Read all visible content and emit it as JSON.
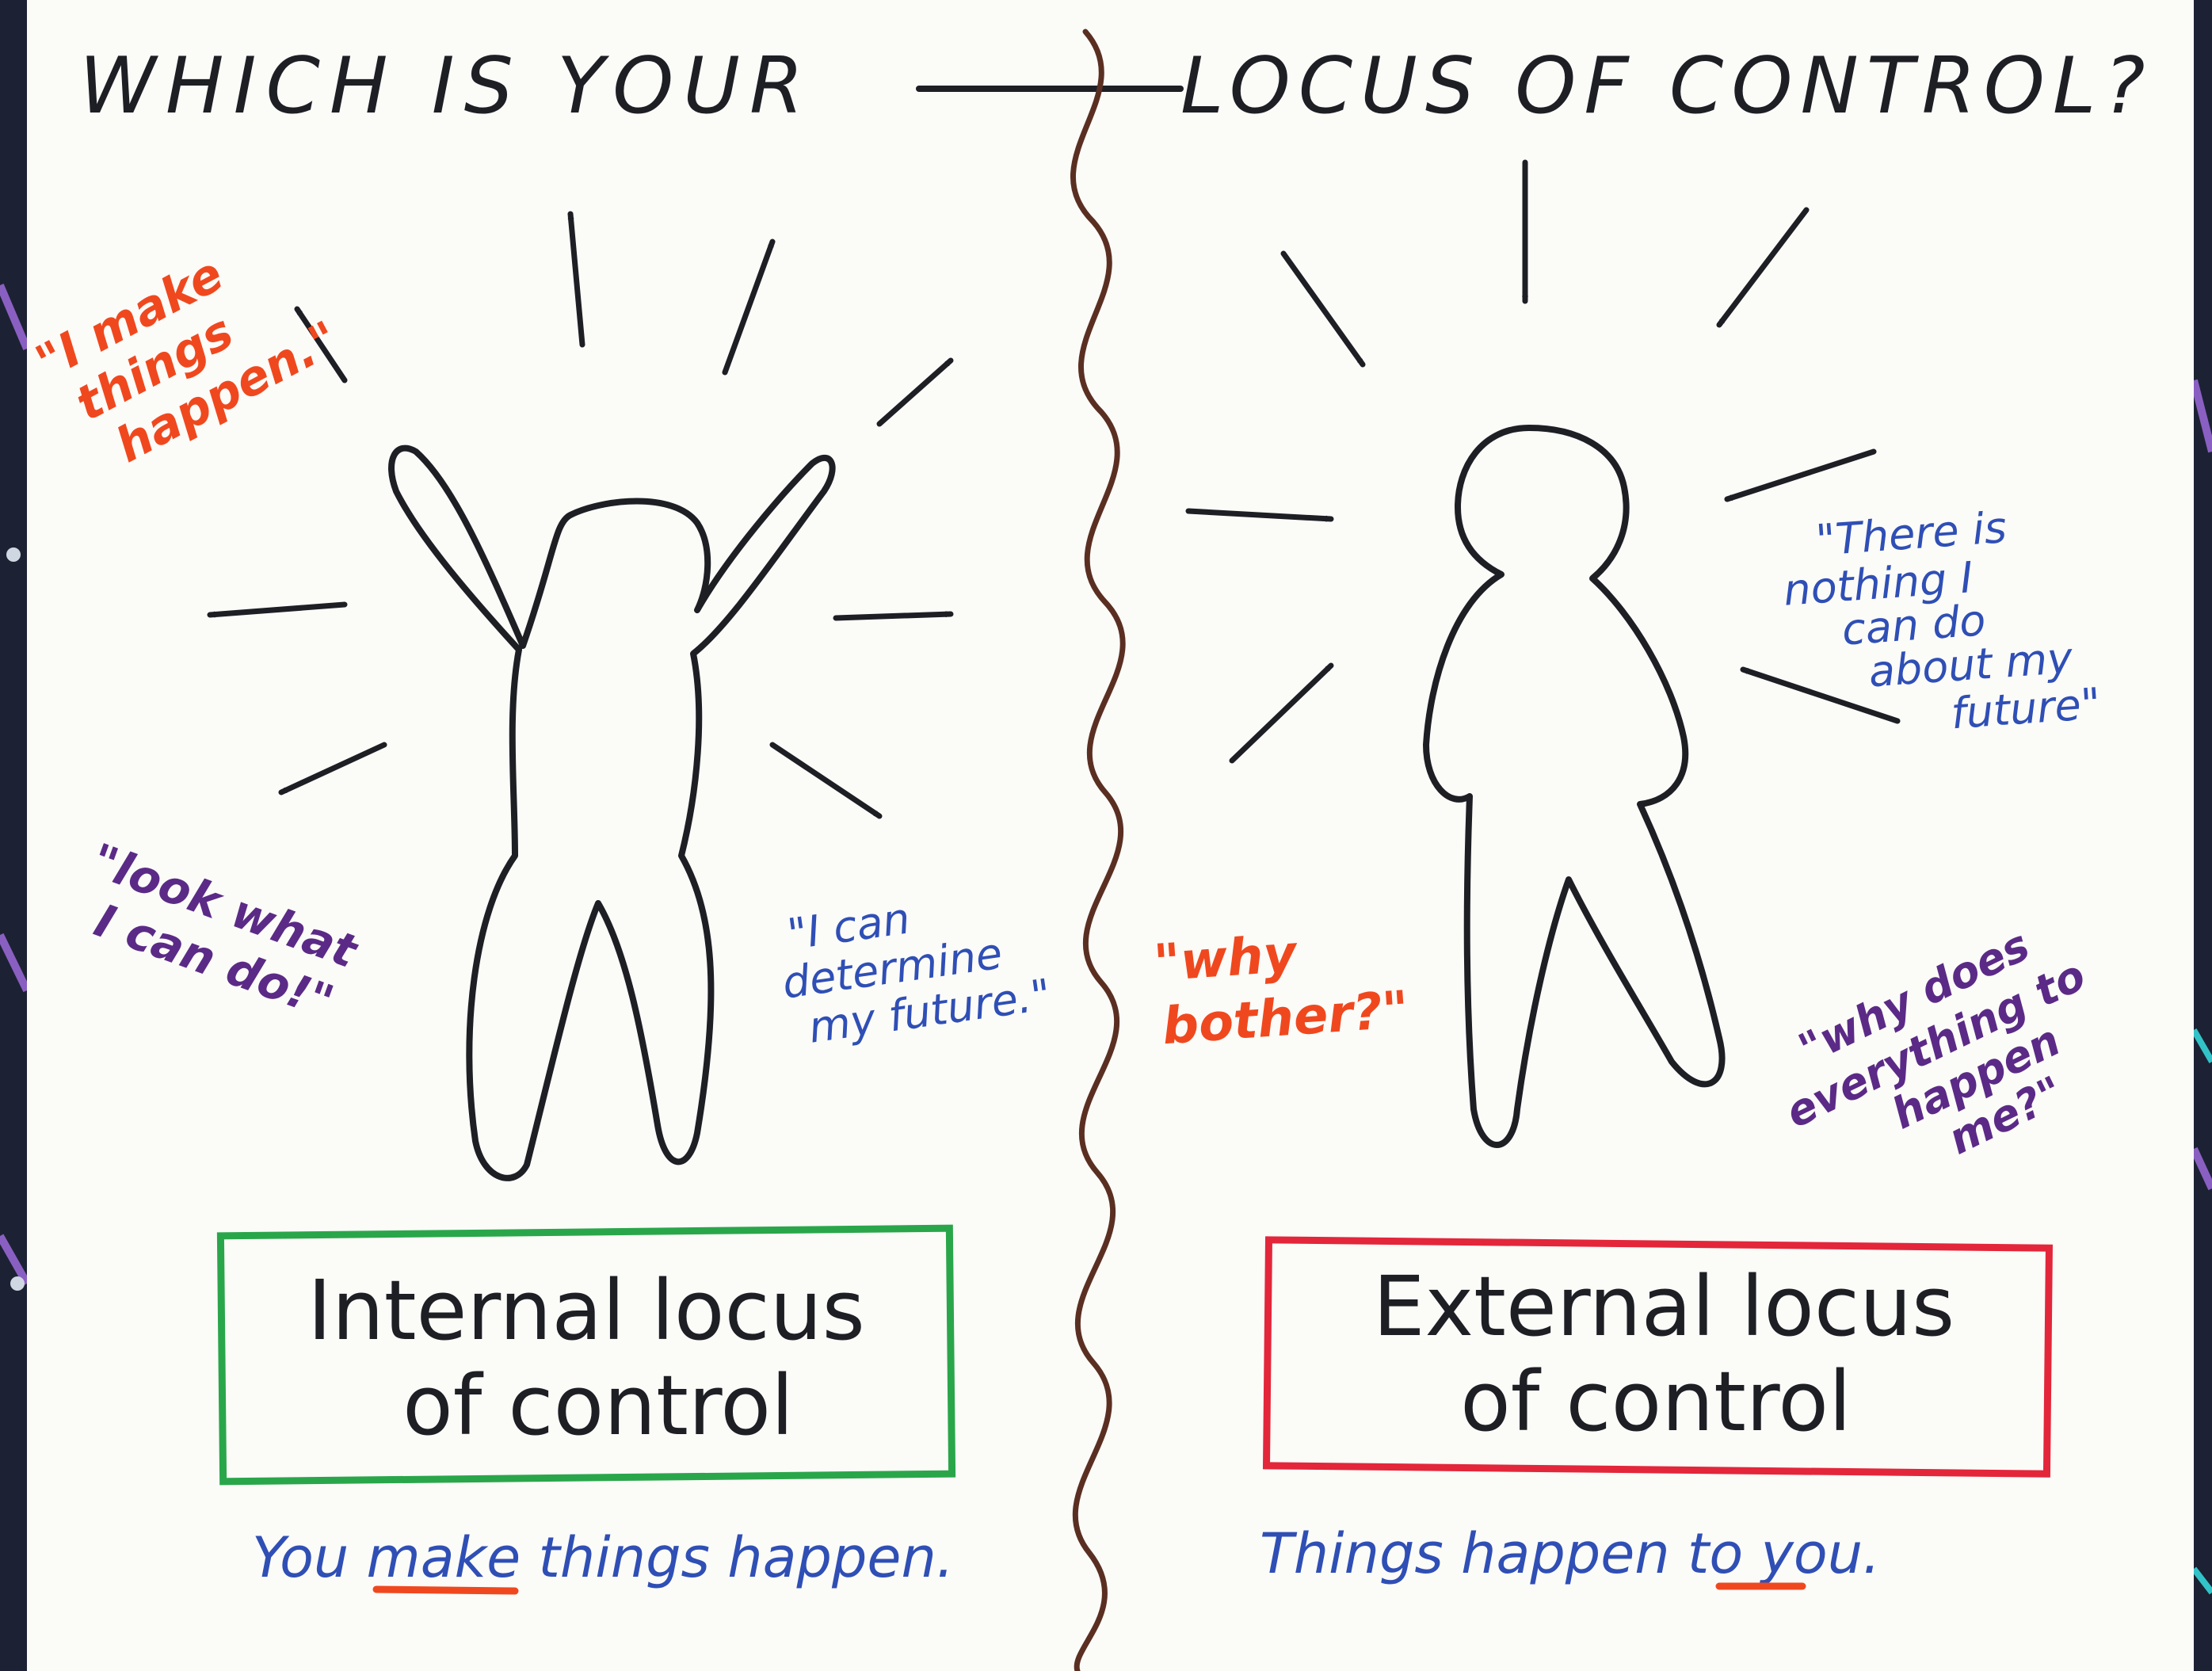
{
  "title": {
    "left": "WHICH IS YOUR",
    "right": "LOCUS OF CONTROL?"
  },
  "internal": {
    "quote_make": [
      "\"I make",
      "things",
      "happen.\""
    ],
    "quote_look": [
      "\"look what",
      "I can do!\""
    ],
    "quote_determine": [
      "\"I can",
      "determine",
      "my future.\""
    ],
    "box_label": [
      "Internal locus",
      "of control"
    ],
    "caption": {
      "before": "You",
      "emphasis": "make",
      "after": "things happen."
    }
  },
  "external": {
    "quote_nothing": [
      "\"There is",
      "nothing I",
      "can do",
      "about my",
      "future\""
    ],
    "quote_bother": [
      "\"why",
      "bother?\""
    ],
    "quote_everything": [
      "\"why does",
      "everything to",
      "happen",
      "me?\""
    ],
    "box_label": [
      "External locus",
      "of control"
    ],
    "caption": {
      "before": "Things happen",
      "emphasis": "to",
      "after": "you."
    }
  },
  "colors": {
    "ink": "#1d1f24",
    "orange": "#f0481e",
    "blue": "#2f4fb5",
    "purple": "#5b2a86",
    "green": "#2aa64a",
    "red": "#e3263a",
    "divider": "#5a2f22",
    "frame_purple": "#8a5fc2",
    "frame_teal": "#32c3c8"
  },
  "icons": {
    "left_figure": "person-arms-raised-icon",
    "right_figure": "person-standing-icon",
    "left_arrows": "outward-arrow-icon",
    "right_arrows": "inward-arrow-icon"
  }
}
